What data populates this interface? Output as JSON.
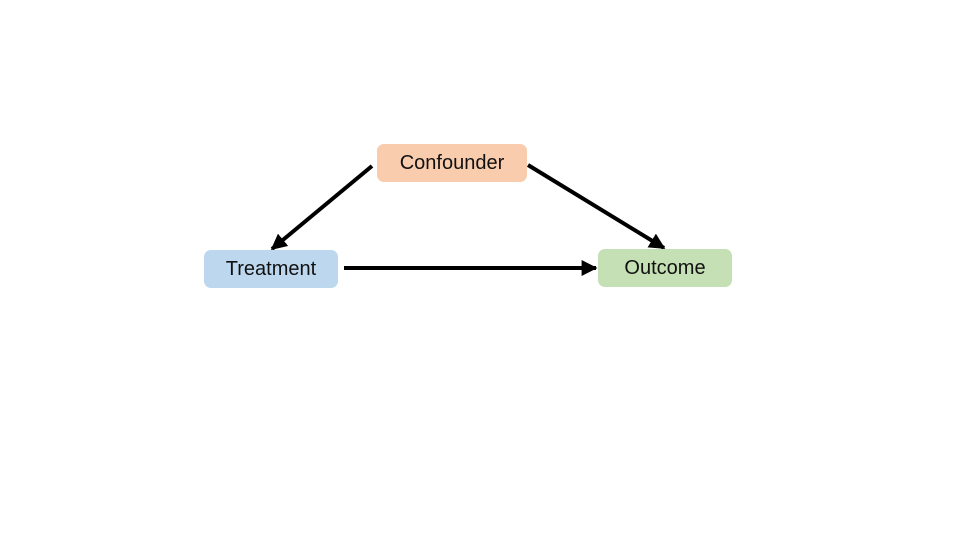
{
  "diagram": {
    "nodes": {
      "confounder": {
        "label": "Confounder",
        "fill": "#f8ccad"
      },
      "treatment": {
        "label": "Treatment",
        "fill": "#bdd7ee"
      },
      "outcome": {
        "label": "Outcome",
        "fill": "#c5e0b4"
      }
    },
    "edges": [
      {
        "from": "confounder",
        "to": "treatment"
      },
      {
        "from": "confounder",
        "to": "outcome"
      },
      {
        "from": "treatment",
        "to": "outcome"
      }
    ],
    "edge_color": "#000000"
  }
}
